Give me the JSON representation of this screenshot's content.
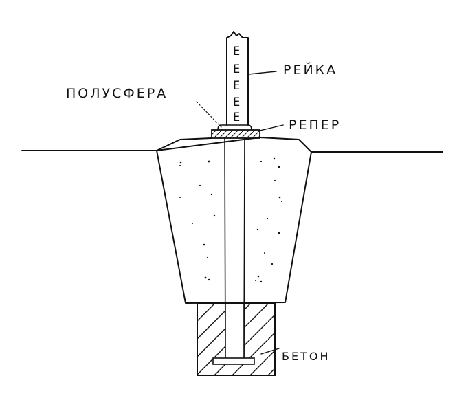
{
  "diagram": {
    "labels": {
      "staff": "РЕЙКА",
      "hemisphere": "ПОЛУСФЕРА",
      "benchmark": "РЕПЕР",
      "concrete": "БЕТОН"
    },
    "staff_marks": [
      "E",
      "E",
      "E",
      "E",
      "E"
    ]
  }
}
